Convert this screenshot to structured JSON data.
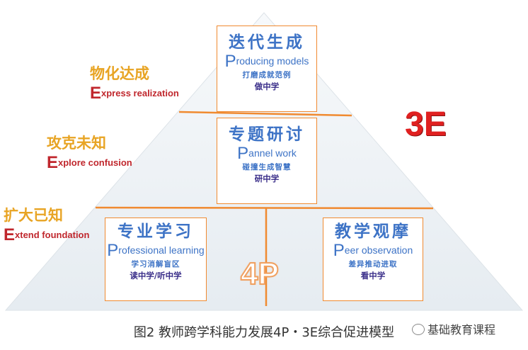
{
  "title_3e": "3E",
  "title_4p": "4P",
  "stages": [
    {
      "cn": "物化达成",
      "en_cap": "E",
      "en_rest": "xpress realization"
    },
    {
      "cn": "攻克未知",
      "en_cap": "E",
      "en_rest": "xplore confusion"
    },
    {
      "cn": "扩大已知",
      "en_cap": "E",
      "en_rest": "xtend foundation"
    }
  ],
  "boxes": {
    "producing": {
      "cn": "迭代生成",
      "en_cap": "P",
      "en_rest": "roducing models",
      "desc": "打磨成就范例",
      "mode": "做中学"
    },
    "pannel": {
      "cn": "专题研讨",
      "en_cap": "P",
      "en_rest": "annel work",
      "desc": "碰撞生成智慧",
      "mode": "研中学"
    },
    "professional": {
      "cn": "专业学习",
      "en_cap": "P",
      "en_rest": "rofessional learning",
      "desc": "学习消解盲区",
      "mode": "读中学/听中学"
    },
    "peer": {
      "cn": "教学观摩",
      "en_cap": "P",
      "en_rest": "eer observation",
      "desc": "差异推动进取",
      "mode": "看中学"
    }
  },
  "caption": "图2  教师跨学科能力发展4P・3E综合促进模型",
  "watermark": "基础教育课程",
  "colors": {
    "pyramid": "#eef3f7",
    "line": "#f08a30",
    "blue": "#3d73c6",
    "red": "#c0272d",
    "gold": "#e8a424"
  }
}
